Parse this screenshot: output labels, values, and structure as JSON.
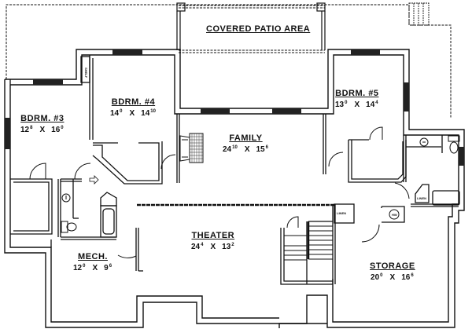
{
  "plan": {
    "title": "Lower Level Floor Plan",
    "line_color": "#111111",
    "window_color": "#222222",
    "background": "#ffffff"
  },
  "rooms": {
    "covered_patio": {
      "name": "COVERED PATIO AREA"
    },
    "bdrm3": {
      "name": "BDRM. #3",
      "w_ft": "12",
      "w_in": "8",
      "sep": "X",
      "l_ft": "16",
      "l_in": "0"
    },
    "bdrm4": {
      "name": "BDRM. #4",
      "w_ft": "14",
      "w_in": "0",
      "sep": "X",
      "l_ft": "14",
      "l_in": "10"
    },
    "bdrm5": {
      "name": "BDRM. #5",
      "w_ft": "13",
      "w_in": "0",
      "sep": "X",
      "l_ft": "14",
      "l_in": "4"
    },
    "family": {
      "name": "FAMILY",
      "w_ft": "24",
      "w_in": "10",
      "sep": "X",
      "l_ft": "15",
      "l_in": "6"
    },
    "theater": {
      "name": "THEATER",
      "w_ft": "24",
      "w_in": "4",
      "sep": "X",
      "l_ft": "13",
      "l_in": "2"
    },
    "mech": {
      "name": "MECH.",
      "w_ft": "12",
      "w_in": "0",
      "sep": "X",
      "l_ft": "9",
      "l_in": "6"
    },
    "storage": {
      "name": "STORAGE",
      "w_ft": "20",
      "w_in": "0",
      "sep": "X",
      "l_ft": "16",
      "l_in": "6"
    }
  },
  "fixtures": {
    "linen_1": "LINEN",
    "linen_2": "LINEN",
    "hw": "HW",
    "shelf": "SHELF"
  }
}
